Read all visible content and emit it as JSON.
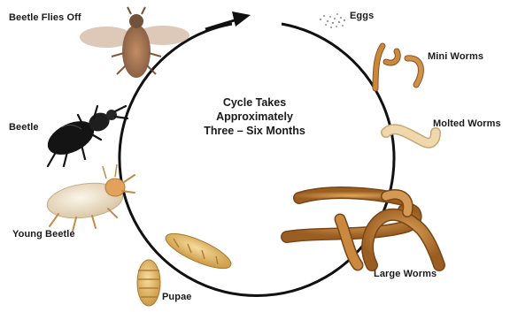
{
  "title": {
    "line1": "Cycle Takes",
    "line2": "Approximately",
    "line3": "Three – Six Months"
  },
  "stages": {
    "eggs": "Eggs",
    "mini_worms": "Mini Worms",
    "molted_worms": "Molted Worms",
    "large_worms": "Large Worms",
    "pupae": "Pupae",
    "young_beetle": "Young Beetle",
    "beetle": "Beetle",
    "beetle_flies_off": "Beetle Flies Off"
  },
  "colors": {
    "cycle_line": "#111111",
    "worm": "#c9883c",
    "worm_dark": "#8a5420",
    "molted_worm": "#e8cfa2",
    "pupa": "#e7c27a",
    "young_beetle": "#f1e6cf",
    "beetle": "#141414",
    "flying_beetle": "#9b5a2e"
  }
}
